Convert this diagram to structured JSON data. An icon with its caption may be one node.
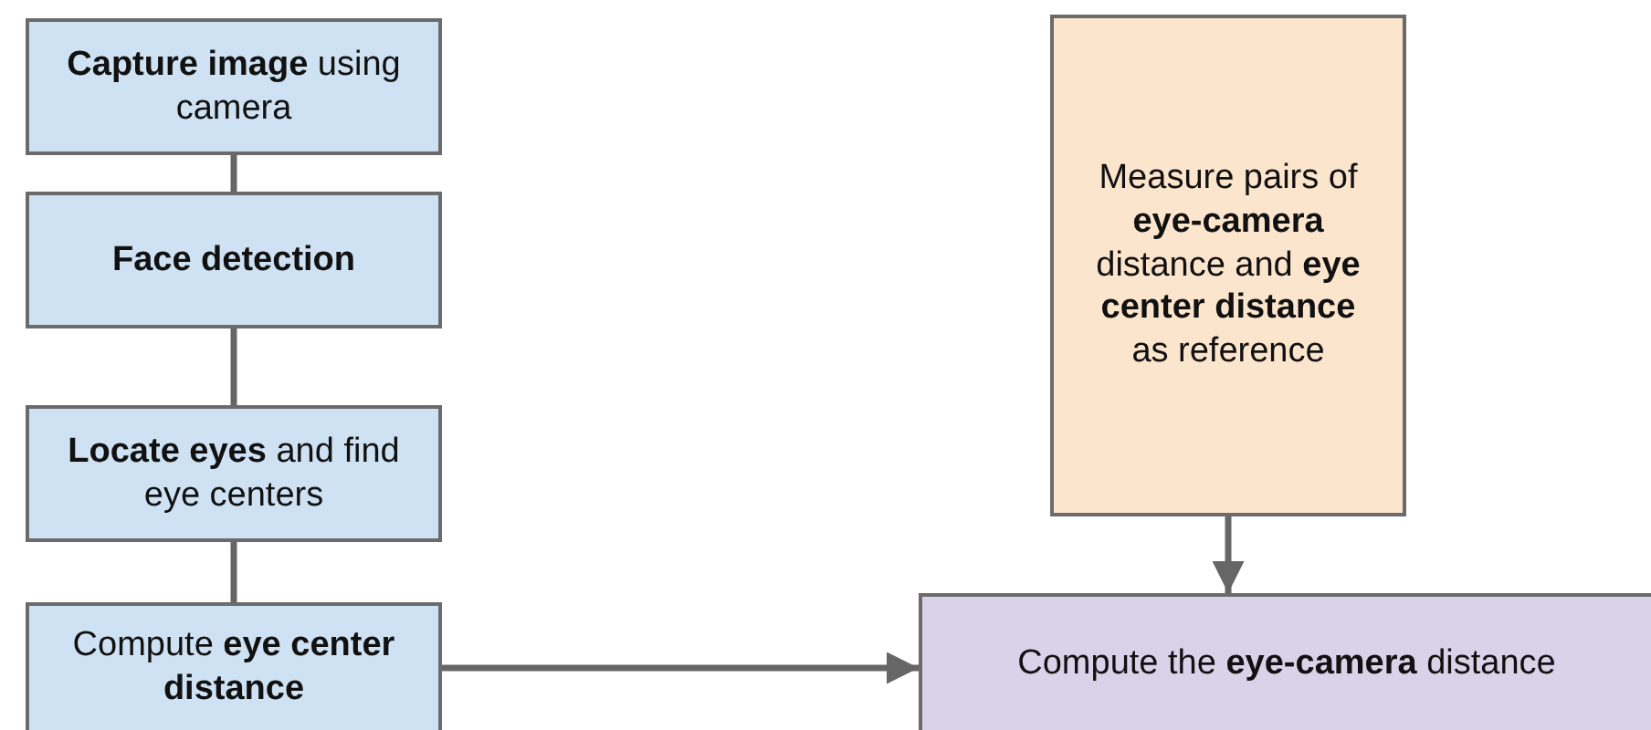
{
  "diagram": {
    "nodes": [
      {
        "text": [
          "**Capture image** using camera"
        ]
      },
      {
        "text": [
          "Face detection"
        ]
      },
      {
        "text": [
          "**Locate eyes** and find eye centers"
        ]
      },
      {
        "text": [
          "Compute **eye center distance**"
        ]
      },
      {
        "text": [
          "Measure pairs of **eye-camera** distance and **eye center distance** as reference"
        ]
      },
      {
        "text": [
          "Compute the **eye-camera** distance"
        ]
      }
    ],
    "edges": [
      {
        "from": 0,
        "to": 1,
        "arrow": "none"
      },
      {
        "from": 1,
        "to": 2,
        "arrow": "none"
      },
      {
        "from": 2,
        "to": 3,
        "arrow": "none"
      },
      {
        "from": 3,
        "to": 5,
        "arrow": "to"
      },
      {
        "from": 4,
        "to": 5,
        "arrow": "to"
      }
    ]
  }
}
